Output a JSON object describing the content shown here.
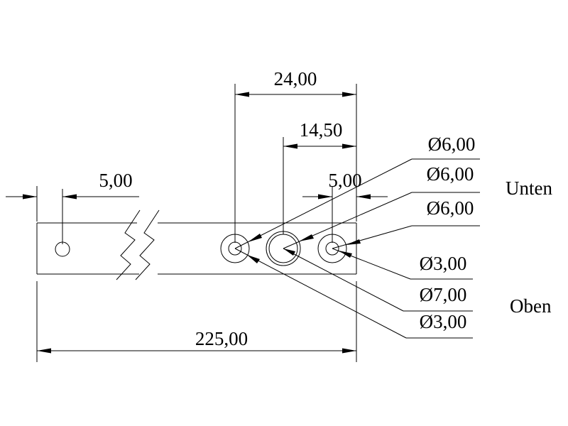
{
  "drawing": {
    "dimensions": {
      "overall_length": "225,00",
      "span_outer_holes": "24,00",
      "span_center_hole": "14,50",
      "left_hole_offset": "5,00",
      "right_hole_offset": "5,00"
    },
    "callouts": {
      "top_1": "Ø6,00",
      "top_2": "Ø6,00",
      "top_3": "Ø6,00",
      "bottom_1": "Ø3,00",
      "bottom_2": "Ø7,00",
      "bottom_3": "Ø3,00"
    },
    "side_labels": {
      "top": "Unten",
      "bottom": "Oben"
    }
  }
}
